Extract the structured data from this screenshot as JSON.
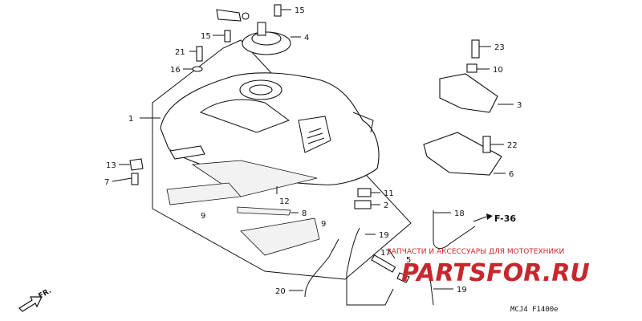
{
  "callouts": {
    "c1": "1",
    "c2": "2",
    "c3": "3",
    "c4": "4",
    "c5": "5",
    "c6": "6",
    "c7": "7",
    "c8": "8",
    "c9a": "9",
    "c9b": "9",
    "c10": "10",
    "c11": "11",
    "c12": "12",
    "c13": "13",
    "c15a": "15",
    "c15b": "15",
    "c16": "16",
    "c17": "17",
    "c18": "18",
    "c19a": "19",
    "c19b": "19",
    "c20": "20",
    "c21": "21",
    "c22": "22",
    "c23": "23"
  },
  "direction_label": "FR.",
  "reference_label": "F-36",
  "diagram_code": "MCJ4  F1400e",
  "watermark": {
    "caption": "ЗАПЧАСТИ И АКСЕССУАРЫ ДЛЯ МОТОТЕХНИКИ",
    "logo": "PARTSFOR.RU"
  },
  "colors": {
    "ink": "#111111",
    "watermark": "#c8272d"
  }
}
